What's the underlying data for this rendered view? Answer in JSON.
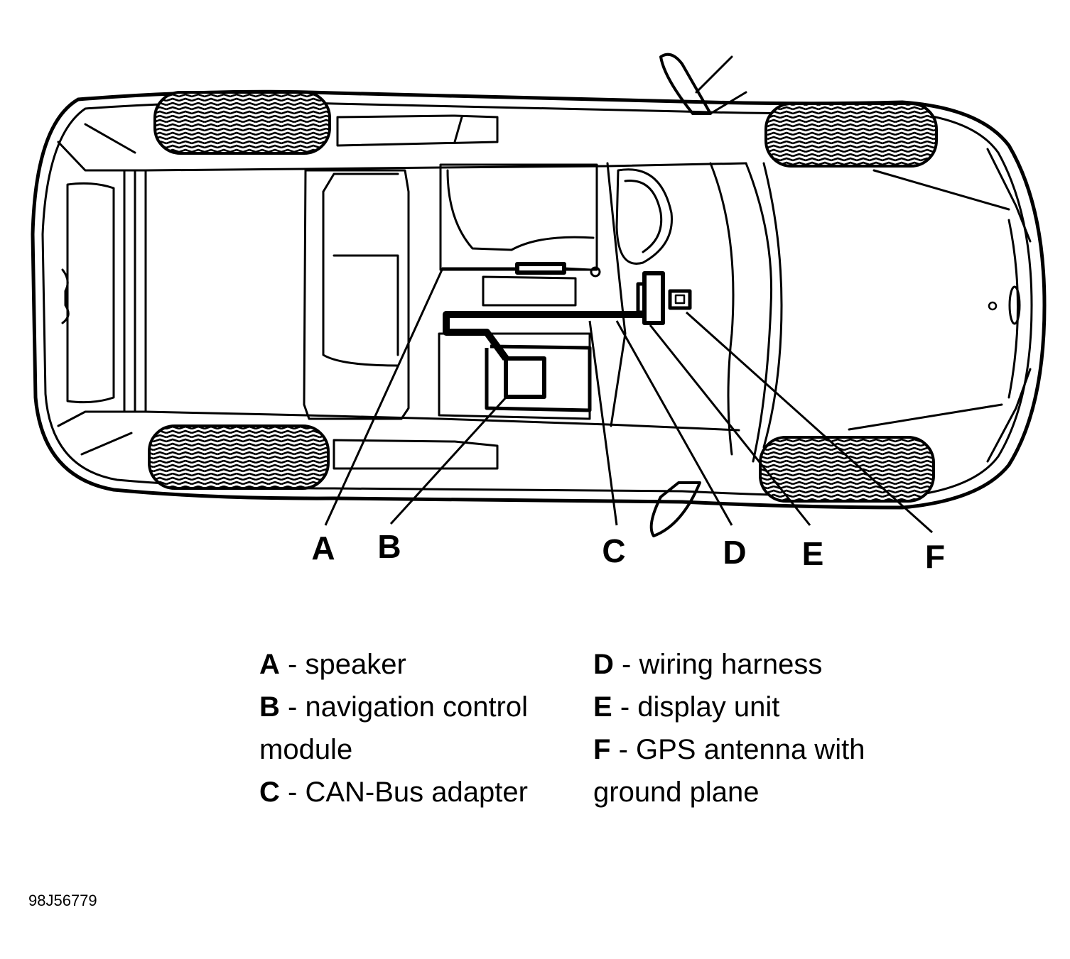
{
  "callouts": [
    "A",
    "B",
    "C",
    "D",
    "E",
    "F"
  ],
  "legend": {
    "left": [
      {
        "key": "A",
        "text": "speaker"
      },
      {
        "key": "B",
        "text": "navigation control module"
      },
      {
        "key": "C",
        "text": "CAN-Bus adapter"
      }
    ],
    "right": [
      {
        "key": "D",
        "text": "wiring harness"
      },
      {
        "key": "E",
        "text": "display unit"
      },
      {
        "key": "F",
        "text": "GPS antenna with ground plane"
      }
    ]
  },
  "separator": "-",
  "figure_id": "98J56779"
}
